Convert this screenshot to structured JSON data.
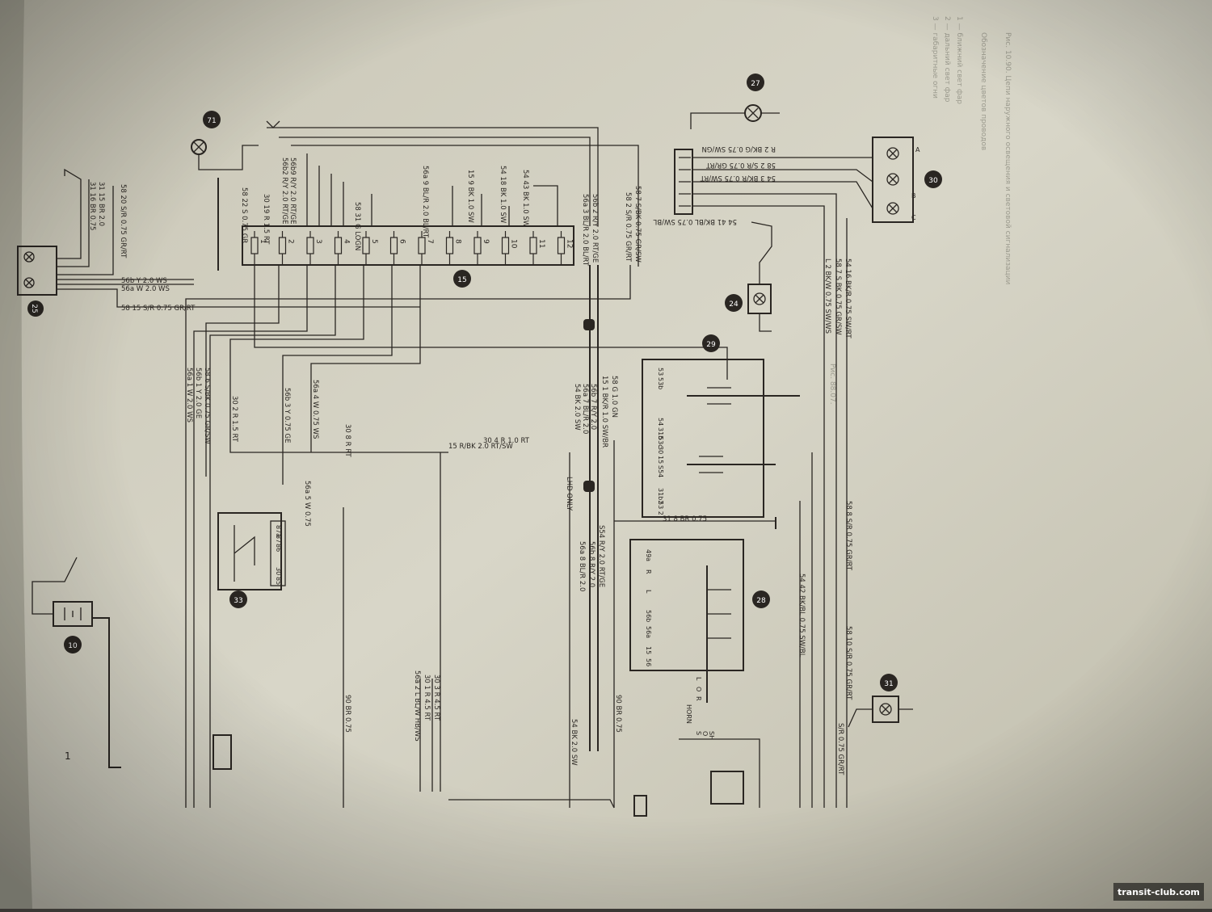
{
  "watermark": "transit-club.com",
  "components": {
    "c25": "25",
    "c71": "71",
    "c10": "10",
    "c33": "33",
    "c15": "15",
    "c28": "28",
    "c29": "29",
    "c24": "24",
    "c27": "27",
    "c30": "30",
    "c31": "31"
  },
  "fusebox_numbers": [
    "1",
    "2",
    "3",
    "4",
    "5",
    "6",
    "7",
    "8",
    "9",
    "10",
    "11",
    "12"
  ],
  "wires_top": [
    "31 16 BR 0.75",
    "31 15 BR 2.0",
    "58 20 S/R 0.75 GR/RT",
    "58 22 S 0.75 GR",
    "30 19 R 1.5 RT",
    "56b2 R/Y 2.0 RT/GE",
    "56b9 R/Y 2.0 RT/GE",
    "58 31 G LOGN",
    "56a 9 BL/R 2.0 BL/RT",
    "15 9 BK 1.0 SW",
    "54 18 BK 1.0 SW",
    "54 43 BK 1.0 SW",
    "56a 3 BL/R 2.0 BL/RT",
    "56b 2 R/Y 2.0 RT/GE",
    "58 2 S/R 0.75 GR/RT",
    "58 7 S/BK 0.75 GR/SW"
  ],
  "wires_25": [
    "56b Y 2.0 WS",
    "56a W 2.0 WS",
    "58 15 S/R 0.75 GR/RT"
  ],
  "wires_bundle": [
    "56a 1 W 2.0 WS",
    "56b 1 Y 2.0 GE",
    "58 6 S/BK 0.75 GR/SW",
    "30 2 R 1.5 RT",
    "56b 3 Y 0.75 GE",
    "56a 4 W 0.75 WS",
    "30 8 R RT",
    "56a 5 W 0.75"
  ],
  "wires_mid": [
    "15 R/BK 2.0 RT/SW",
    "30 4 R 1.0 RT",
    "54 BK 2.0 SW",
    "56a 7 BL/R 2.0",
    "56b 7 R/Y 2.0",
    "15 1 BK/R 1.0 SW/BR",
    "58 G 1.0 GN",
    "LHD ONLY",
    "31 8 BR 0.75"
  ],
  "wires_bottom": [
    "56a 8 BL/R 2.0",
    "56b 8 R/Y 2.0",
    "S54 R/Y 2.0 RT/GE",
    "54 42 BK/BL 0.75 SW/BL",
    "58 8 S/R 0.75 GR/RT",
    "58 10 S/R 0.75 GR/RT",
    "S/R 0.75 GR/RT",
    "54 BK 2.0 SW",
    "56a 2 L BL/W HB/WS",
    "30 1 R 4.5 RT",
    "30 3 R 4.5 RT",
    "90 BR 0.75",
    "90 BR 0.75"
  ],
  "wires_right": [
    "L 2 BK/W 0.75 SW/WS",
    "58 7 S BK 0.75 GR/SW",
    "54 16 BK/R 0.75 SW/RT",
    "54 41 BK/BL 0.75 SW/BL",
    "54 3 BK/R 0.75 SW/RT",
    "58 2 S/R 0.75 GR/RT",
    "R 2 BK/G 0.75 SW/GN"
  ],
  "relay33_pins": [
    "87a",
    "87",
    "86",
    "30",
    "85"
  ],
  "switch28_pins": [
    "49a",
    "R",
    "L",
    "56b",
    "56a",
    "15",
    "56"
  ],
  "switch29_pins": [
    "53",
    "53b",
    "54",
    "31b",
    "53c",
    "30",
    "15",
    "S54",
    "31b2",
    "53 2"
  ],
  "switch_labels": [
    "L",
    "O",
    "R",
    "HORN",
    "S",
    "O",
    "SH"
  ],
  "lamp30_labels": [
    "A",
    "B",
    "C"
  ],
  "side_text": [
    "Рис. 10.90. Цепи наружного освещения и световой сигнализации",
    "Обозначение цветов проводов",
    "1 — ближний свет фар",
    "2 — дальний свет фар",
    "3 — габаритные огни",
    "Рис. 88.07."
  ],
  "ground_label": "1"
}
